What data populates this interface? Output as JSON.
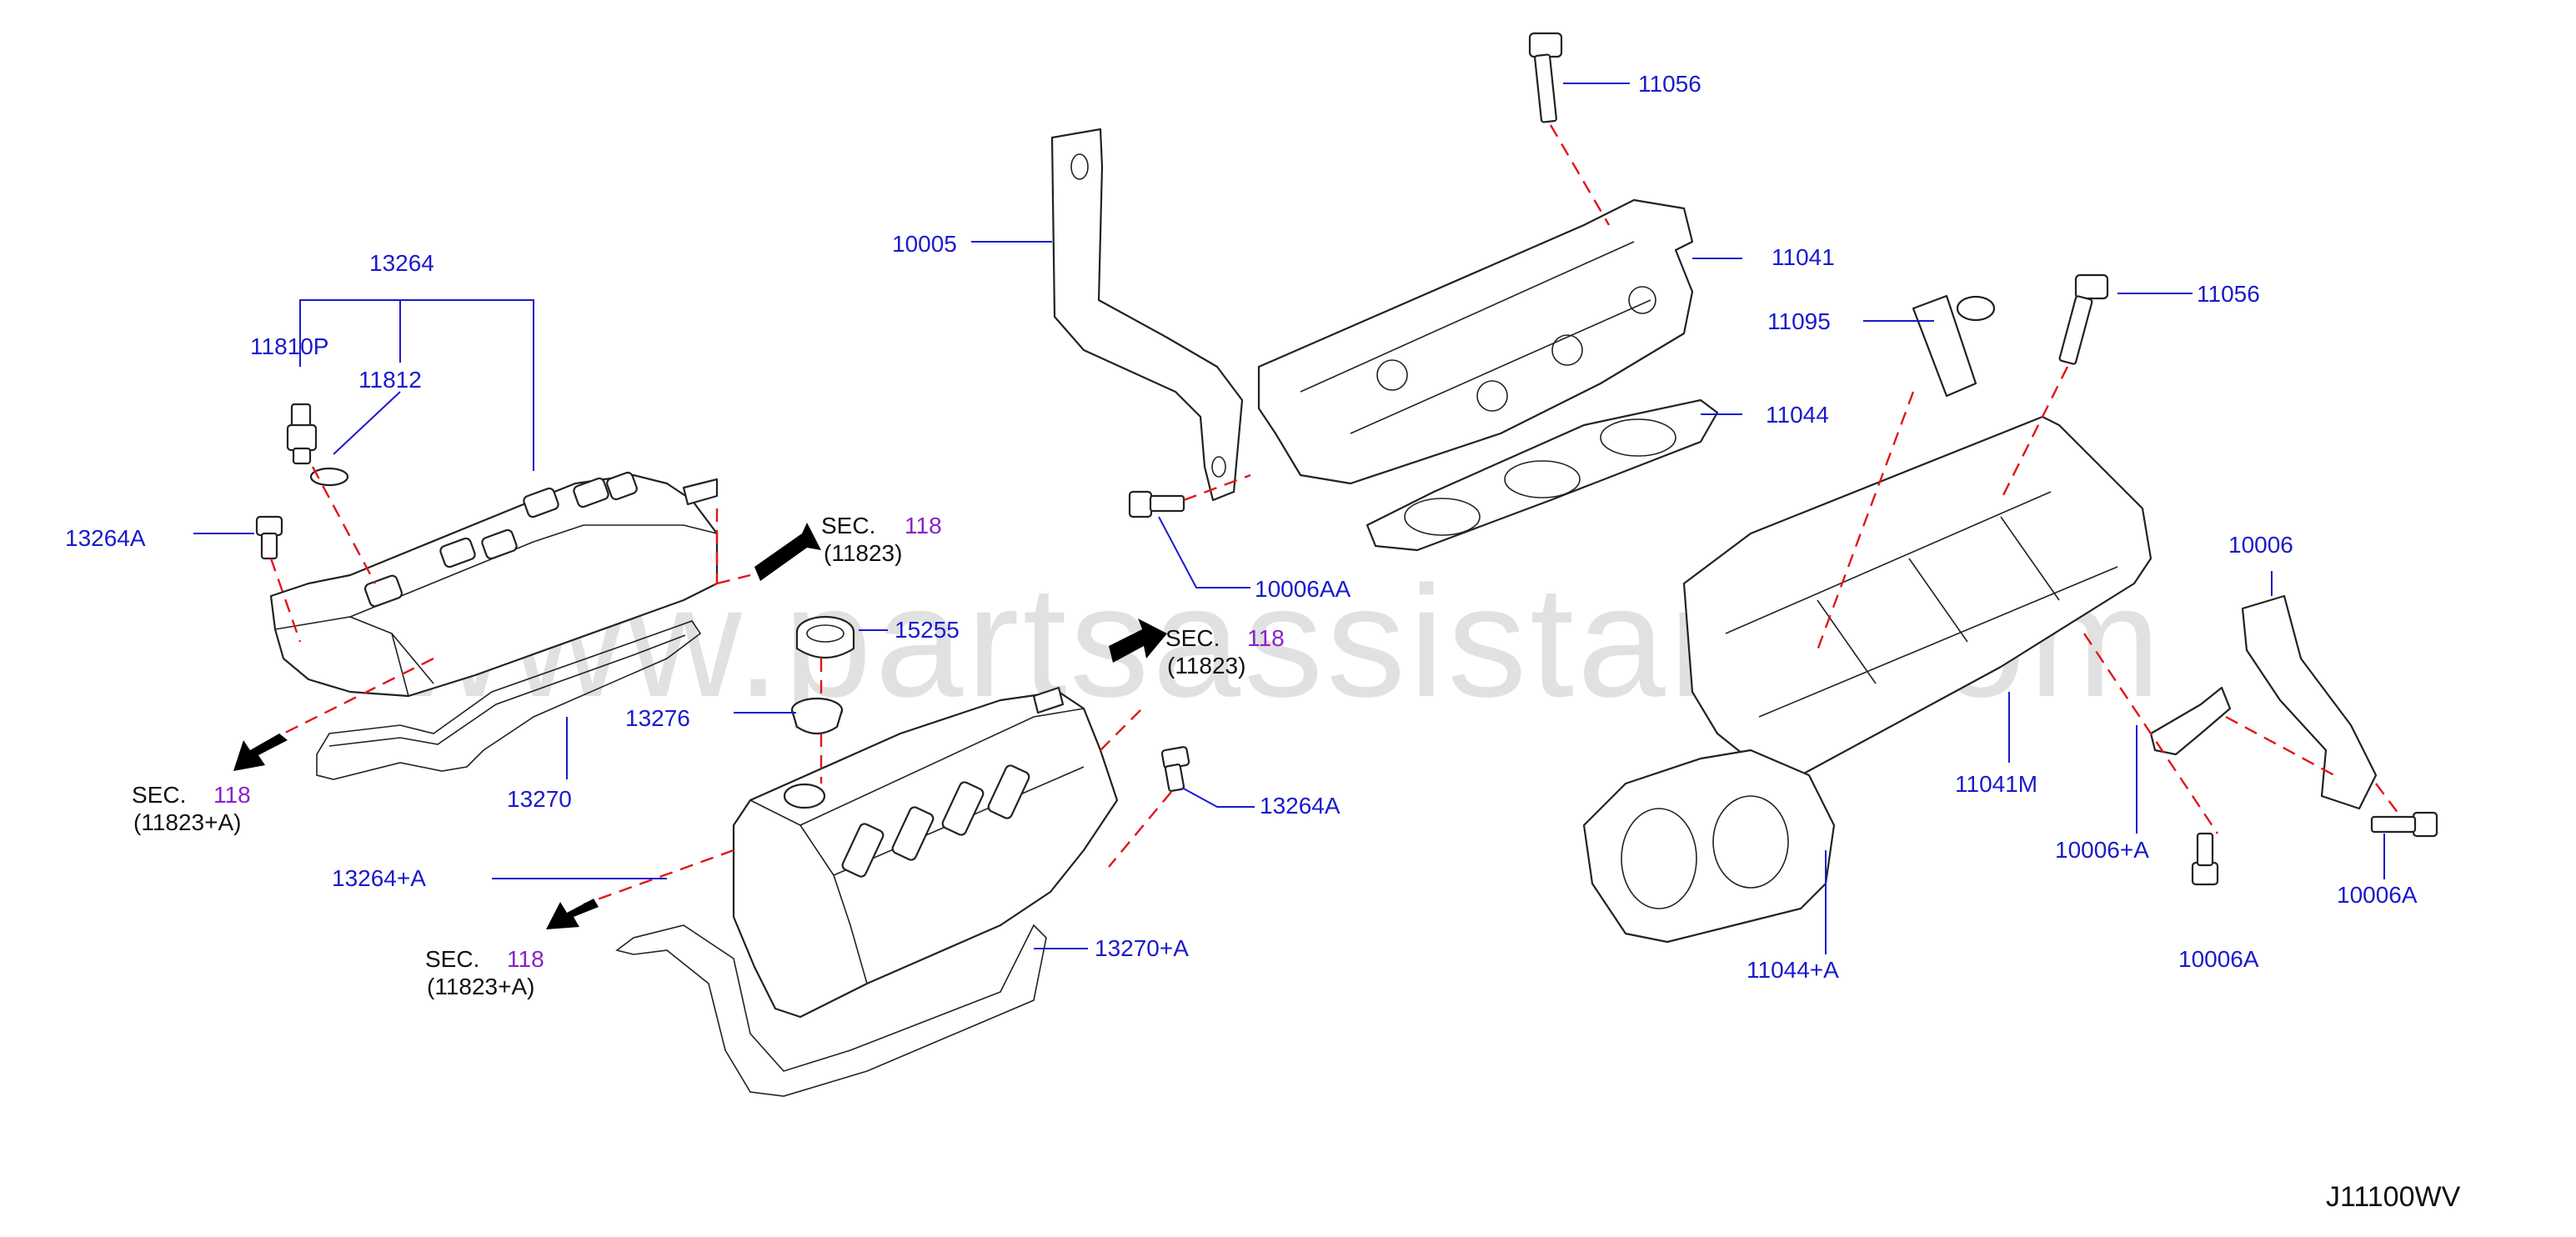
{
  "watermark": "www.partsassistant.com",
  "diagram_code": "J11100WV",
  "parts": {
    "p13264": "13264",
    "p11810P": "11810P",
    "p11812": "11812",
    "p13264A_left": "13264A",
    "p13270": "13270",
    "p15255": "15255",
    "p13276": "13276",
    "p13264A_right": "13264A",
    "p13264plusA": "13264+A",
    "p13270plusA": "13270+A",
    "p10005": "10005",
    "p10006AA": "10006AA",
    "p11056_top": "11056",
    "p11041": "11041",
    "p11044": "11044",
    "p11095": "11095",
    "p11056_right": "11056",
    "p10006": "10006",
    "p11041M": "11041M",
    "p10006plusA": "10006+A",
    "p10006A_mid": "10006A",
    "p10006A_right": "10006A",
    "p11044plusA": "11044+A"
  },
  "sections": {
    "s1": {
      "prefix": "SEC.",
      "number": "118",
      "ref": "(11823)"
    },
    "s2": {
      "prefix": "SEC.",
      "number": "118",
      "ref": "(11823+A)"
    },
    "s3": {
      "prefix": "SEC.",
      "number": "118",
      "ref": "(11823)"
    },
    "s4": {
      "prefix": "SEC.",
      "number": "118",
      "ref": "(11823+A)"
    }
  }
}
